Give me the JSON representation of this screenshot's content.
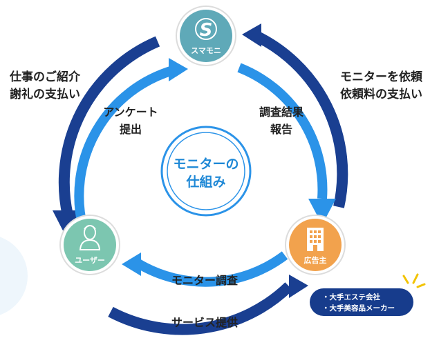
{
  "colors": {
    "outer_ring": "#1a3f91",
    "inner_ring": "#2b93e8",
    "node_smamoni": "#5fa9b8",
    "node_user": "#7cc6b0",
    "node_advertiser": "#f2a24d",
    "center_text": "#1e88d6",
    "note_bg": "#173c8c",
    "spark": "#f2c300"
  },
  "nodes": {
    "smamoni": {
      "label": "スマモニ",
      "logo_text": "S",
      "icon": "smamoni-logo-icon"
    },
    "user": {
      "label": "ユーザー",
      "icon": "woman-silhouette-icon"
    },
    "advertiser": {
      "label": "広告主",
      "icon": "building-icon"
    }
  },
  "center": {
    "line1": "モニターの",
    "line2": "仕組み"
  },
  "outer_labels": {
    "left_line1": "仕事のご紹介",
    "left_line2": "謝礼の支払い",
    "right_line1": "モニターを依頼",
    "right_line2": "依頼料の支払い",
    "bottom": "サービス提供"
  },
  "inner_labels": {
    "left_line1": "アンケート",
    "left_line2": "提出",
    "right_line1": "調査結果",
    "right_line2": "報告",
    "bottom": "モニター調査"
  },
  "advertiser_note": {
    "items": [
      "・大手エステ会社",
      "・大手美容品メーカー"
    ]
  }
}
